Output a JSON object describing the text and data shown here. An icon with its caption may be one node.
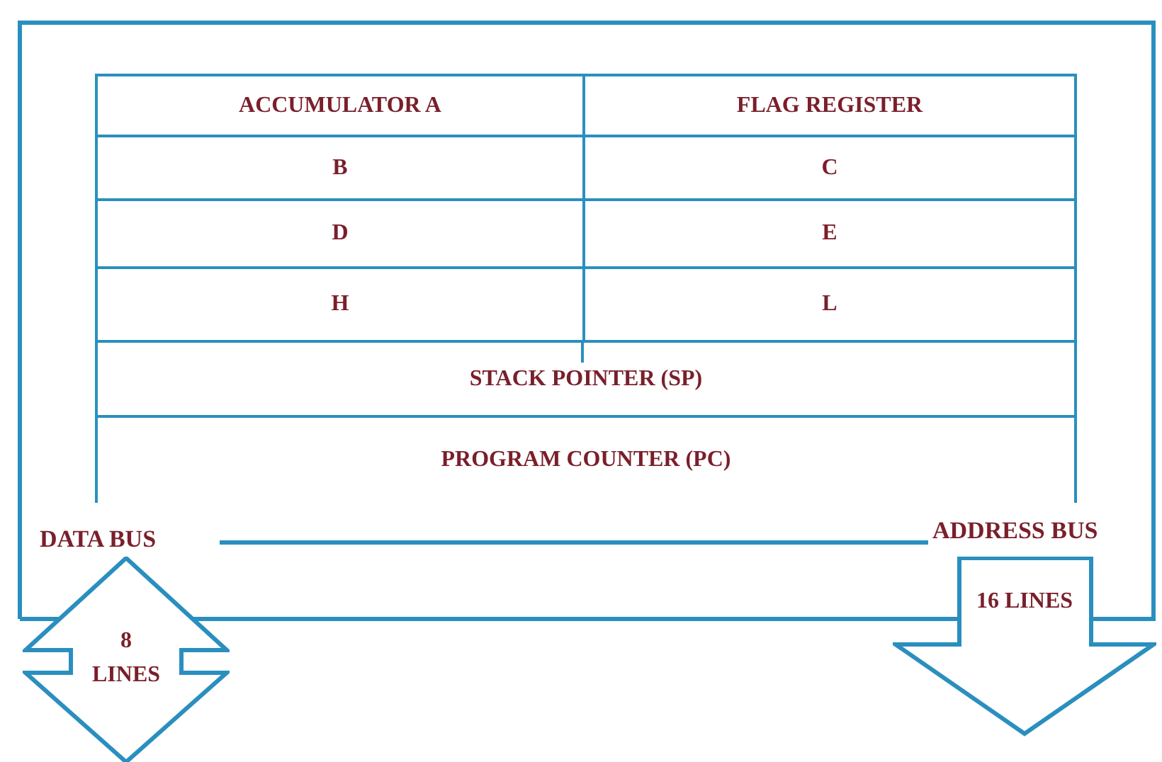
{
  "diagram": {
    "nodes": [
      {
        "text": [
          "ACCUMULATOR A"
        ]
      },
      {
        "text": [
          "FLAG REGISTER"
        ]
      },
      {
        "text": [
          "B"
        ]
      },
      {
        "text": [
          "C"
        ]
      },
      {
        "text": [
          "D"
        ]
      },
      {
        "text": [
          "E"
        ]
      },
      {
        "text": [
          "H"
        ]
      },
      {
        "text": [
          "L"
        ]
      },
      {
        "text": [
          "STACK POINTER (SP)"
        ]
      },
      {
        "text": [
          "PROGRAM COUNTER (PC)"
        ]
      },
      {
        "text": [
          "8 LINES"
        ]
      },
      {
        "text": [
          "16 LINES"
        ]
      }
    ],
    "labels": [
      "DATA BUS",
      "ADDRESS BUS"
    ]
  }
}
